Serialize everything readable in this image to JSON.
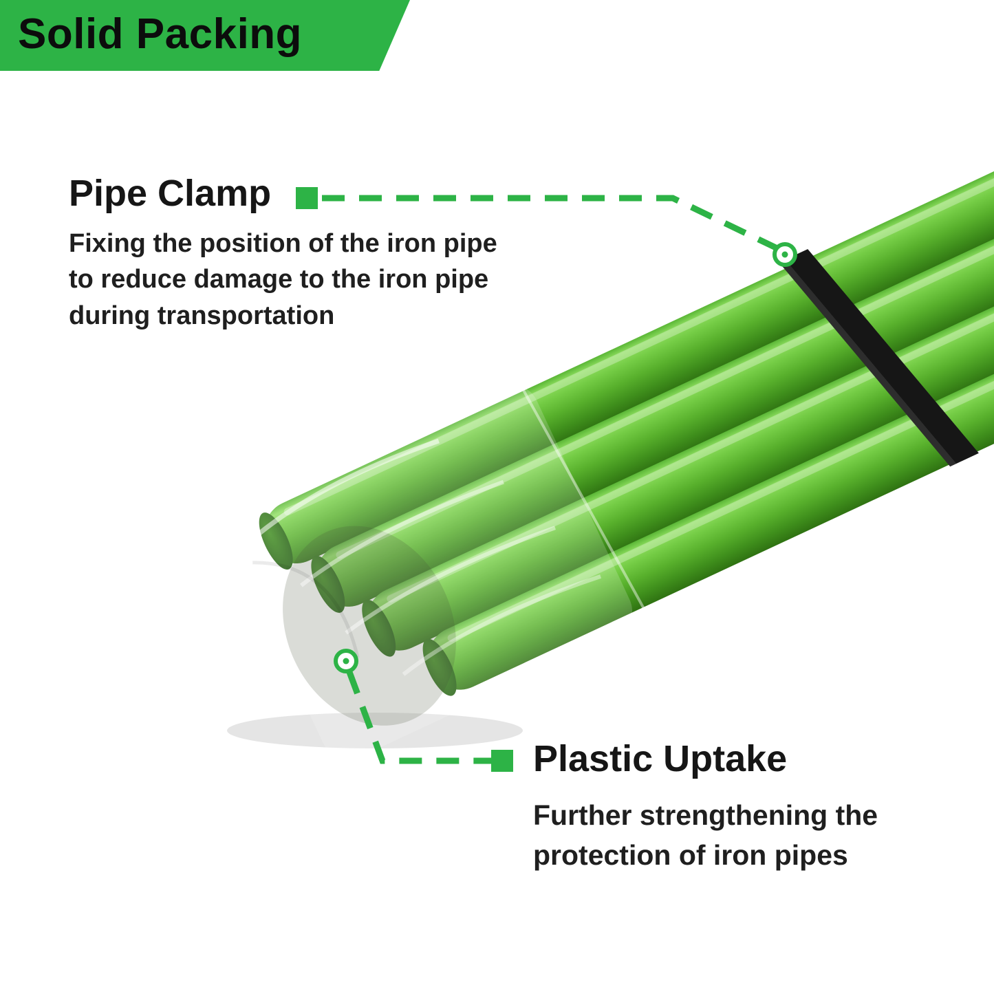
{
  "banner": {
    "title": "Solid Packing"
  },
  "callouts": {
    "pipe_clamp": {
      "title": "Pipe Clamp",
      "description": "Fixing the position of the iron pipe\nto reduce damage to the iron pipe\nduring transportation"
    },
    "plastic_uptake": {
      "title": "Plastic Uptake",
      "description": "Further strengthening the\nprotection of iron pipes"
    }
  },
  "icons": {
    "pipe_clamp_connector_square": "green-square",
    "pipe_clamp_target": "circle-dot-marker",
    "plastic_uptake_connector_square": "green-square",
    "plastic_uptake_target": "circle-dot-marker"
  },
  "colors": {
    "accent_green": "#2db346",
    "banner_green": "#2db346",
    "pipe_green": "#58b02c",
    "pipe_green_highlight": "#8ede5f",
    "pipe_green_dark": "#2f7212",
    "clamp_black": "#161616",
    "text_dark": "#161616",
    "background": "#ffffff"
  }
}
